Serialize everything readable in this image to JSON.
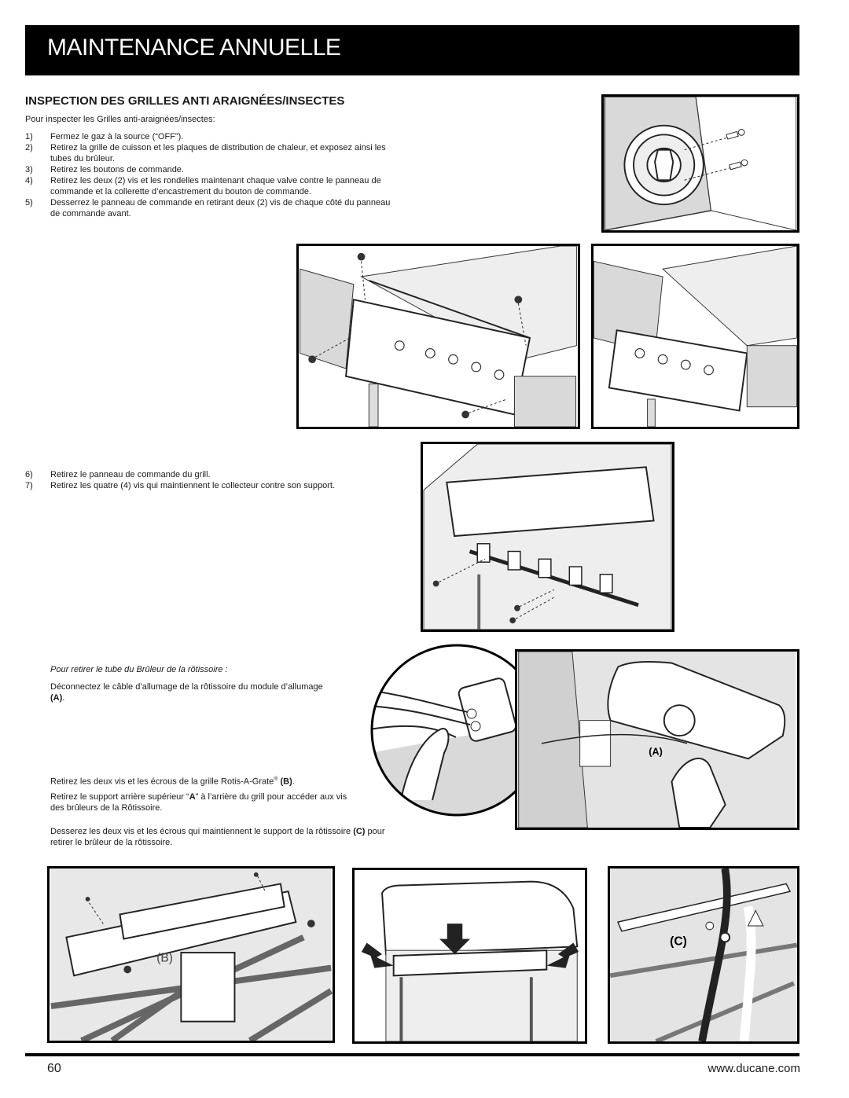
{
  "header": {
    "title": "MAINTENANCE ANNUELLE"
  },
  "section": {
    "heading": "INSPECTION DES GRILLES ANTI ARAIGNÉES/INSECTES",
    "intro": "Pour inspecter les Grilles anti-araignées/insectes:",
    "steps_a": [
      {
        "num": "1)",
        "text": "Fermez le gaz à la source (“OFF”)."
      },
      {
        "num": "2)",
        "text": "Retirez la grille de cuisson et les plaques de distribution de chaleur, et exposez ainsi les tubes du brûleur."
      },
      {
        "num": "3)",
        "text": "Retirez les boutons de commande."
      },
      {
        "num": "4)",
        "text": "Retirez les deux (2) vis et les rondelles maintenant chaque valve contre le panneau de commande et la collerette d’encastrement du bouton de commande."
      },
      {
        "num": "5)",
        "text": "Desserrez le panneau de commande en retirant deux (2) vis de chaque côté du panneau de commande avant."
      }
    ],
    "steps_b": [
      {
        "num": "6)",
        "text": "Retirez le panneau de commande du grill."
      },
      {
        "num": "7)",
        "text": "Retirez les quatre (4) vis qui maintiennent le collecteur contre son support."
      }
    ]
  },
  "rotisserie": {
    "subheading": "Pour retirer le tube du Brûleur de la rôtissoire :",
    "p1_pre": "Déconnectez le câble d’allumage de la rôtissoire du module d’allumage ",
    "p1_bold": "(A)",
    "p1_post": ".",
    "p2_pre": "Retirez les deux vis et les écrous de la grille Rotis-A-Grate",
    "p2_sup": "®",
    "p2_bold": " (B)",
    "p2_post": ".",
    "p3_pre": "Retirez le support arrière supérieur “",
    "p3_bold": "A",
    "p3_post": "” à l’arrière du grill pour accéder aux vis des brûleurs de la Rôtissoire.",
    "p4_pre": "Desserez les deux vis et les écrous qui maintiennent le support de la rôtissoire ",
    "p4_bold": "(C)",
    "p4_post": " pour retirer le brûleur de la rôtissoire."
  },
  "figure_labels": {
    "a": "(A)",
    "b": "(B)",
    "c": "(C)"
  },
  "footer": {
    "page_number": "60",
    "website": "www.ducane.com"
  },
  "colors": {
    "header_bg": "#000000",
    "header_text": "#ffffff",
    "figure_gray": "#d9d9d9"
  }
}
